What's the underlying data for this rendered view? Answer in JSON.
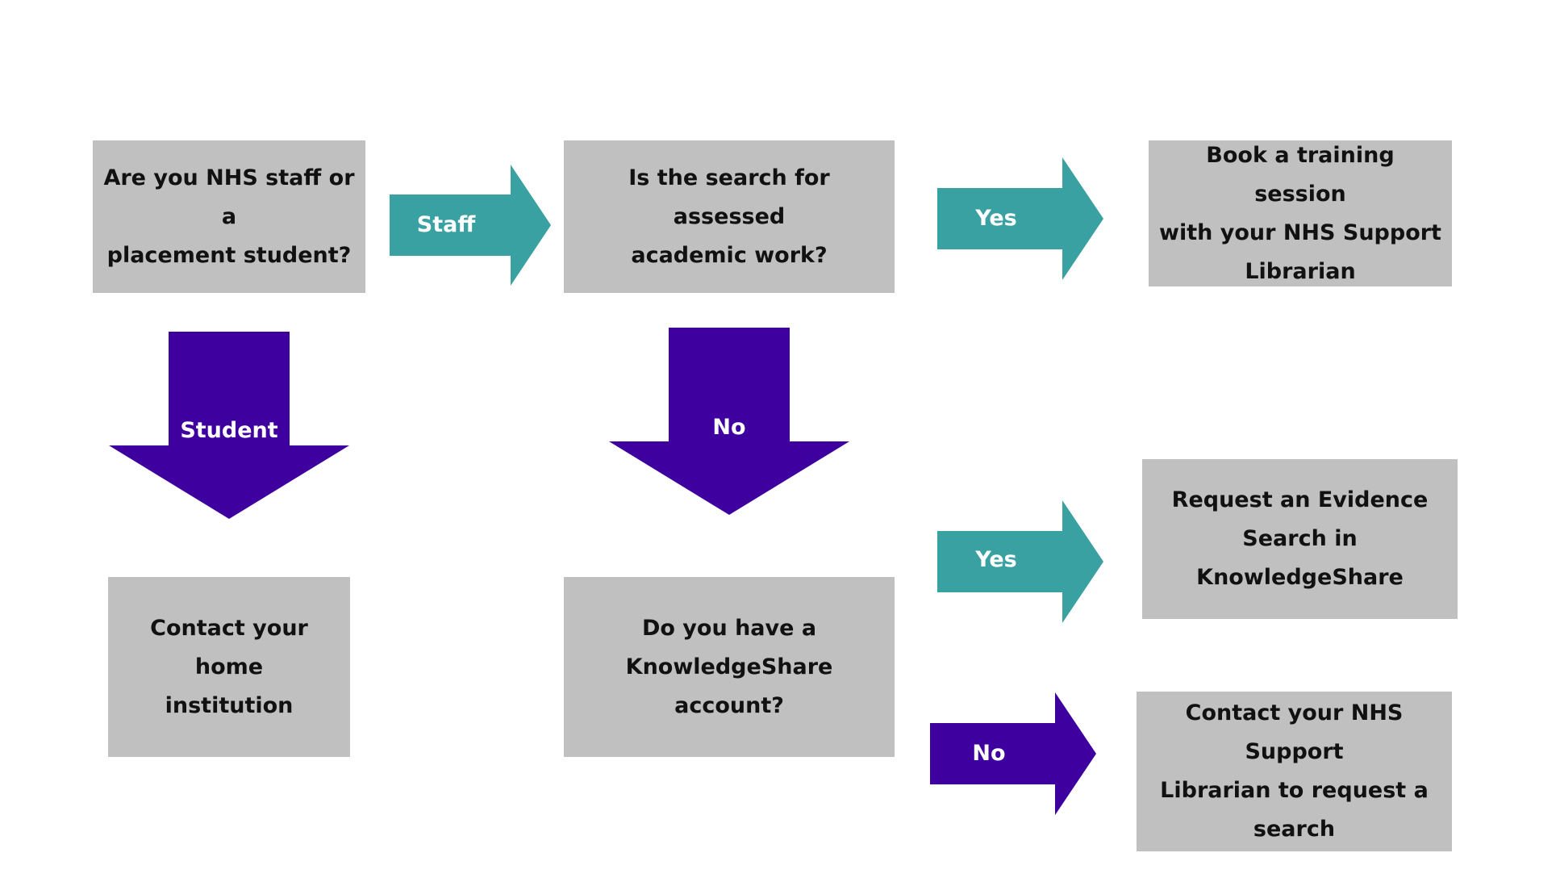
{
  "colors": {
    "box_fill": "#c0c0c0",
    "teal": "#3aa1a2",
    "purple": "#3f00a0",
    "text_dark": "#111111",
    "text_light": "#ffffff"
  },
  "boxes": {
    "nhs_staff_or_student": "Are you NHS staff or a\nplacement student?",
    "assessed_academic_work": "Is the search for assessed\nacademic work?",
    "book_training_session": "Book a training  session\nwith your NHS  Support\nLibrarian",
    "contact_home_institution": "Contact your home\ninstitution",
    "knowledgeshare_account": "Do you have a\nKnowledgeShare account?",
    "request_evidence_search": "Request an Evidence\nSearch in KnowledgeShare",
    "contact_support_librarian": "Contact your NHS Support\nLibrarian to request a\nsearch"
  },
  "arrows": {
    "staff": "Staff",
    "student": "Student",
    "assessed_yes": "Yes",
    "assessed_no": "No",
    "account_yes": "Yes",
    "account_no": "No"
  }
}
